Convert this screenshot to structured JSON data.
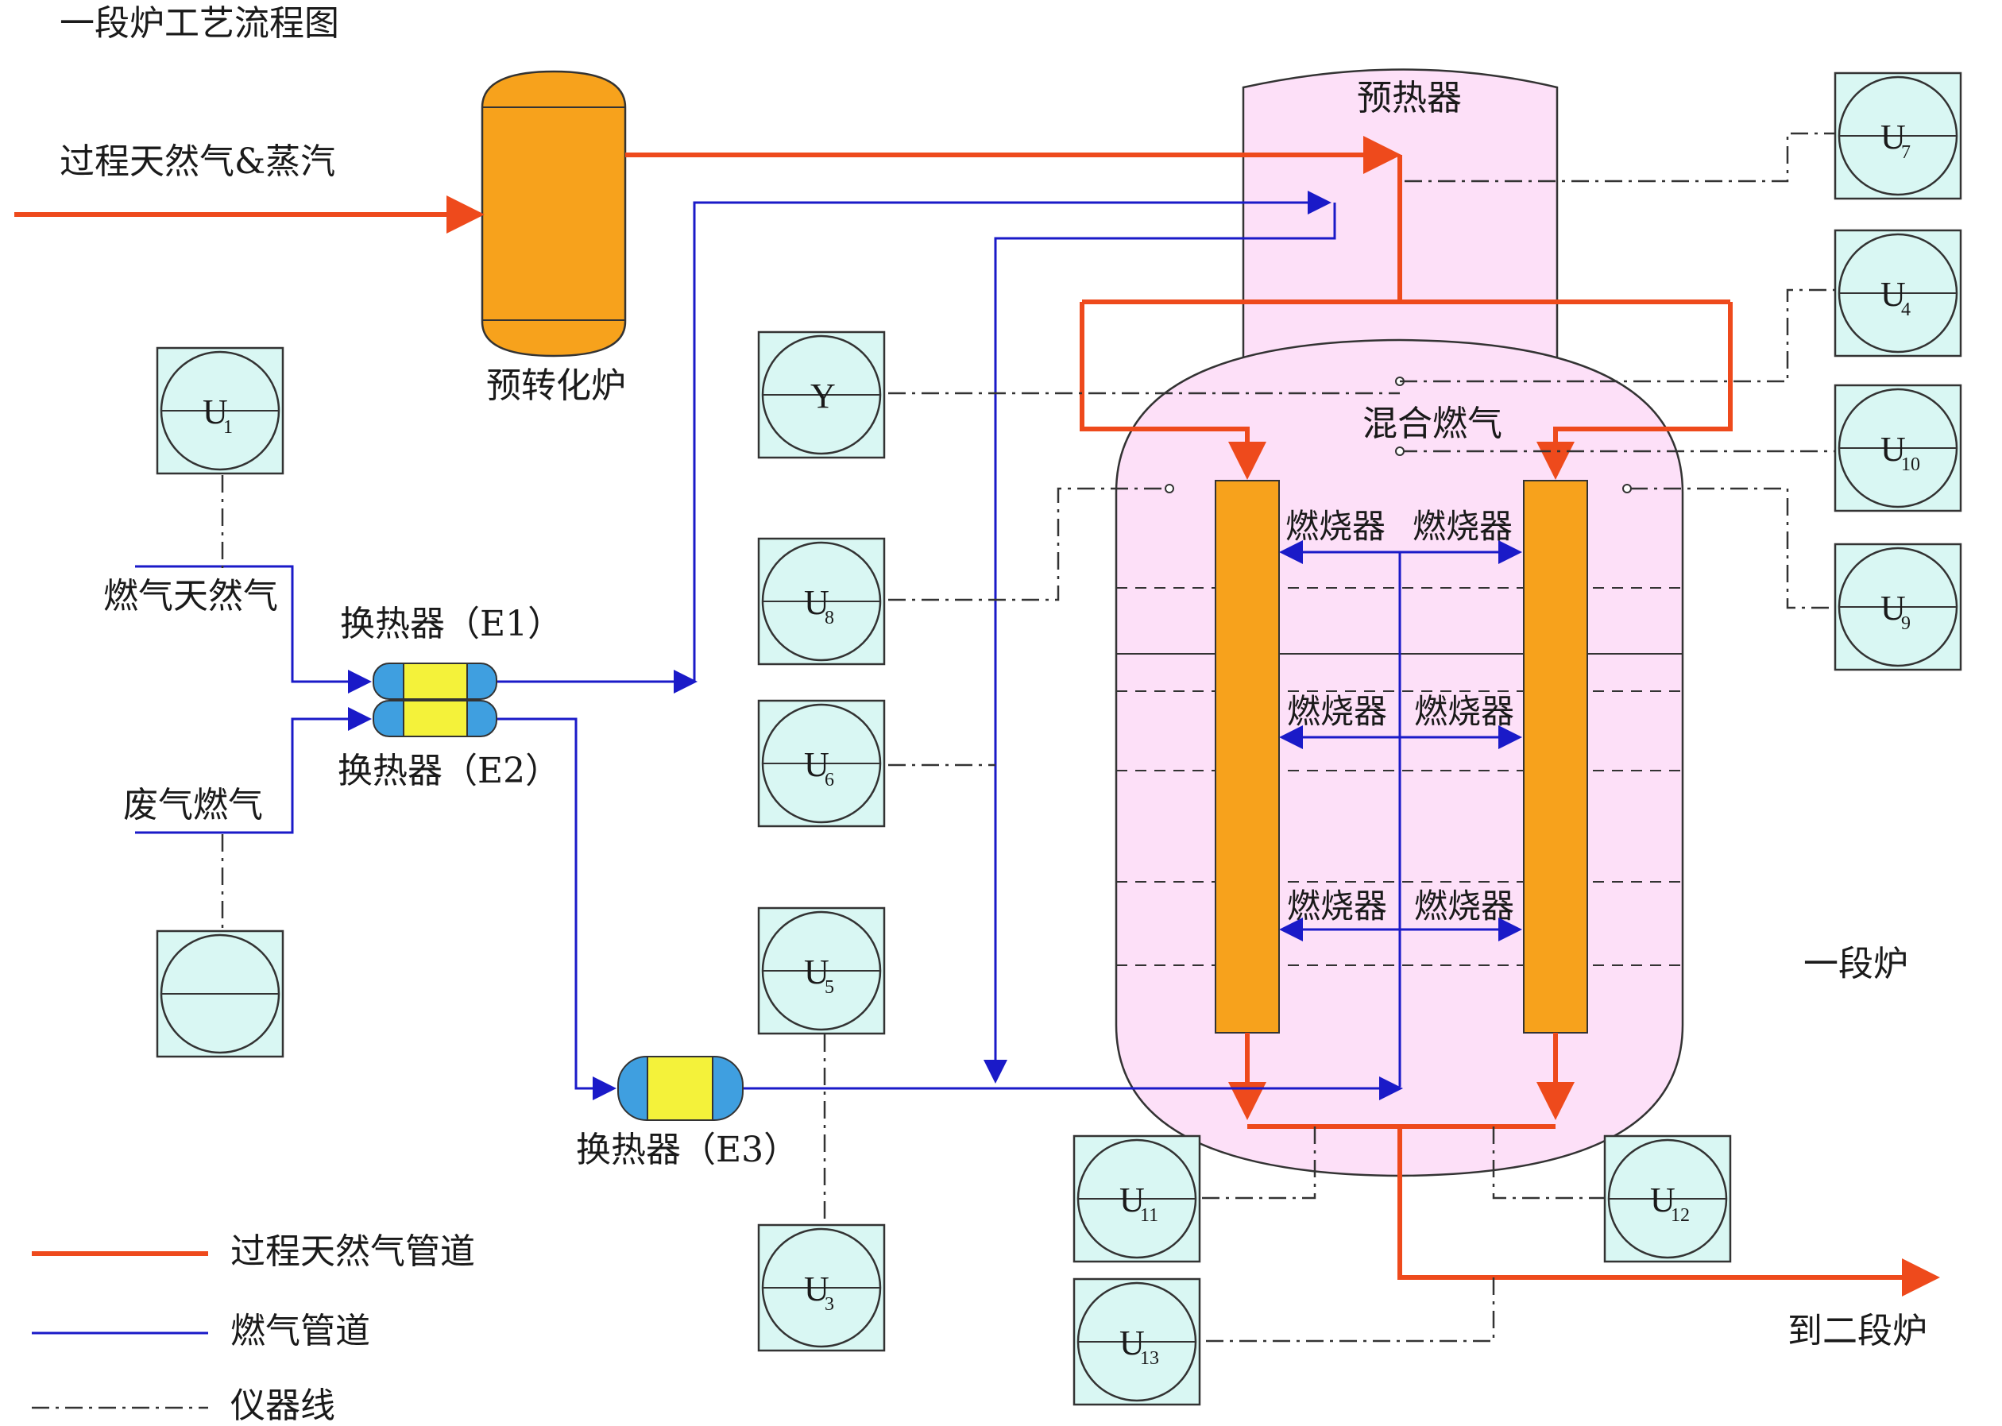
{
  "title": "一段炉工艺流程图",
  "labels": {
    "inlet_gas": "过程天然气&蒸汽",
    "prereformer": "预转化炉",
    "preheater": "预热器",
    "mixed_fuel": "混合燃气",
    "fuel_natural_gas": "燃气天然气",
    "waste_gas_fuel": "废气燃气",
    "primary_reformer": "一段炉",
    "to_secondary": "到二段炉",
    "exchanger_e1": "换热器（E1）",
    "exchanger_e2": "换热器（E2）",
    "exchanger_e3": "换热器（E3）",
    "burner_row1_left": "燃烧器",
    "burner_row1_right": "燃烧器",
    "burner_row2_left": "燃烧器",
    "burner_row2_right": "燃烧器",
    "burner_row3_left": "燃烧器",
    "burner_row3_right": "燃烧器"
  },
  "instruments": [
    {
      "id": "u1",
      "main": "U",
      "sub": "1"
    },
    {
      "id": "y",
      "main": "Y",
      "sub": ""
    },
    {
      "id": "u8",
      "main": "U",
      "sub": "8"
    },
    {
      "id": "u6",
      "main": "U",
      "sub": "6"
    },
    {
      "id": "u5",
      "main": "U",
      "sub": "5"
    },
    {
      "id": "u3",
      "main": "U",
      "sub": "3"
    },
    {
      "id": "u7",
      "main": "U",
      "sub": "7"
    },
    {
      "id": "u4",
      "main": "U",
      "sub": "4"
    },
    {
      "id": "u10",
      "main": "U",
      "sub": "10"
    },
    {
      "id": "u9",
      "main": "U",
      "sub": "9"
    },
    {
      "id": "u11",
      "main": "U",
      "sub": "11"
    },
    {
      "id": "u12",
      "main": "U",
      "sub": "12"
    },
    {
      "id": "u13",
      "main": "U",
      "sub": "13"
    },
    {
      "id": "unlabeled",
      "main": "",
      "sub": ""
    }
  ],
  "legend": [
    {
      "label": "过程天然气管道",
      "style": "red-solid"
    },
    {
      "label": "燃气管道",
      "style": "blue-solid"
    },
    {
      "label": "仪器线",
      "style": "dash-dot"
    }
  ],
  "colors": {
    "process_gas_line": "#ee4a1c",
    "fuel_gas_line": "#1a1ac8",
    "furnace_fill": "#fde0f8",
    "furnace_stroke": "#333333",
    "tube_fill": "#f7a21c",
    "vessel_fill": "#f7a21c",
    "instrument_fill": "#d9f7f3",
    "exchanger_cap": "#3f9fe0",
    "exchanger_core": "#f4f23a"
  }
}
